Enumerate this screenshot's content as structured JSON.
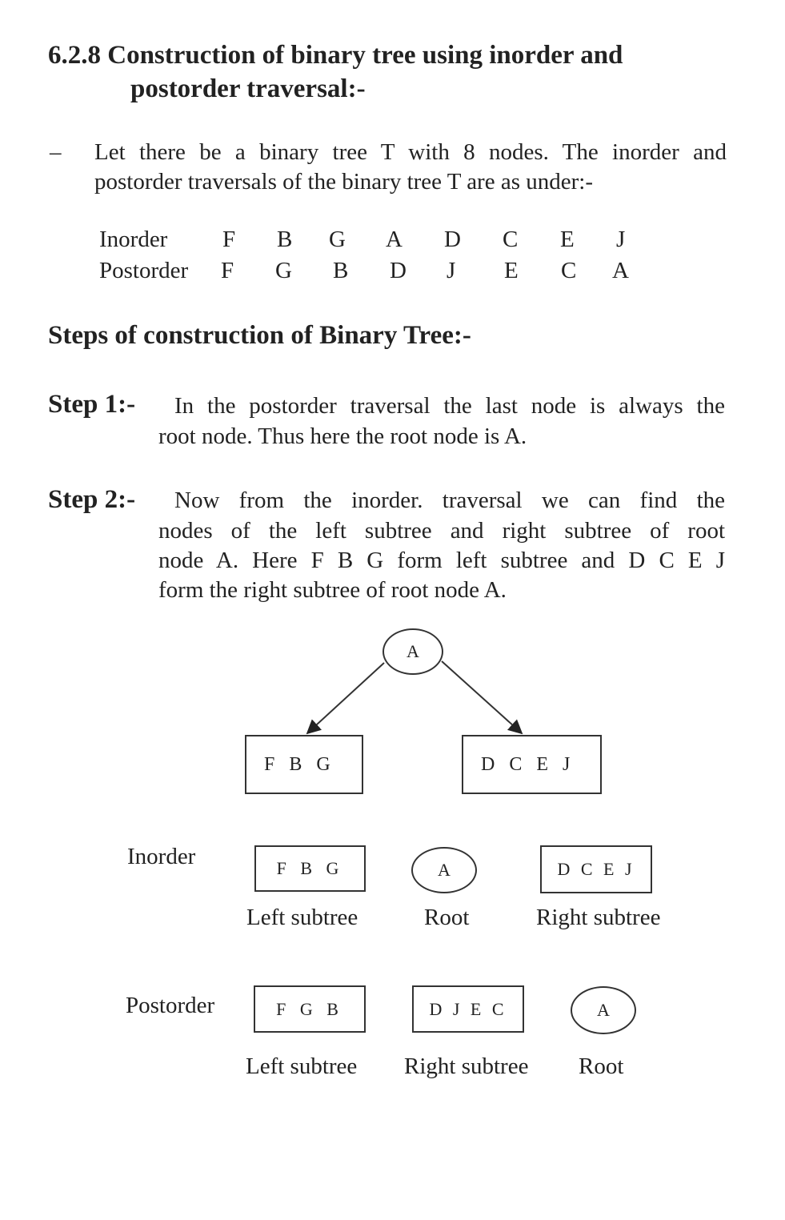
{
  "section": {
    "number": "6.2.8",
    "title_line1": "Construction of binary tree using inorder and",
    "title_line2": "postorder traversal:-"
  },
  "intro": {
    "bullet": "–",
    "line1": "Let there be a binary tree T with 8 nodes. The inorder and",
    "line2": "postorder traversals of the binary tree T are as under:-"
  },
  "traversals": [
    {
      "label": "Inorder",
      "nodes": [
        "F",
        "B",
        "G",
        "A",
        "D",
        "C",
        "E",
        "J"
      ]
    },
    {
      "label": "Postorder",
      "nodes": [
        "F",
        "G",
        "B",
        "D",
        "J",
        "E",
        "C",
        "A"
      ]
    }
  ],
  "steps_heading": "Steps of construction of Binary Tree:-",
  "step1": {
    "label": "Step 1:-",
    "line1": "In the postorder traversal the last node is always the",
    "line2": "root node. Thus here the root node is A."
  },
  "step2": {
    "label": "Step 2:-",
    "line1": "Now from the inorder. traversal we can find the",
    "line2": "nodes of the left subtree and right subtree of root",
    "line3": "node A. Here F B G form left subtree and D C E J",
    "line4": "form the right subtree of root node A."
  },
  "tree": {
    "root": "A",
    "left": "F B G",
    "right": "D C E J"
  },
  "inorder_row": {
    "label": "Inorder",
    "left_box": "F B G",
    "root": "A",
    "right_box": "D C E J",
    "left_caption": "Left subtree",
    "root_caption": "Root",
    "right_caption": "Right subtree"
  },
  "postorder_row": {
    "label": "Postorder",
    "left_box": "F G B",
    "right_box": "D J E C",
    "root": "A",
    "left_caption": "Left subtree",
    "right_caption": "Right subtree",
    "root_caption": "Root"
  }
}
